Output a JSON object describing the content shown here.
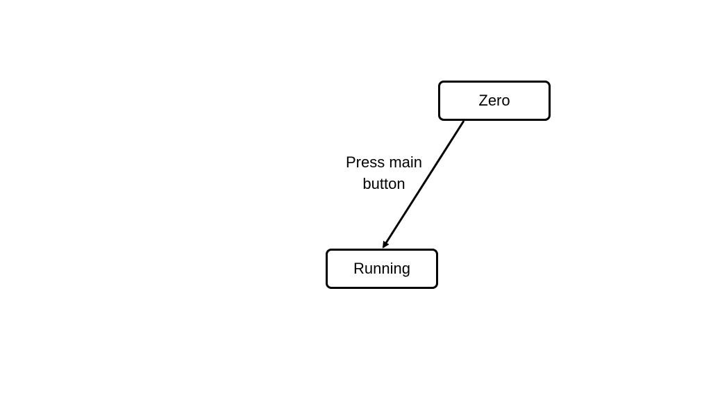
{
  "diagram": {
    "states": {
      "zero": "Zero",
      "running": "Running"
    },
    "transition": {
      "label_line1": "Press main",
      "label_line2": "button"
    }
  }
}
